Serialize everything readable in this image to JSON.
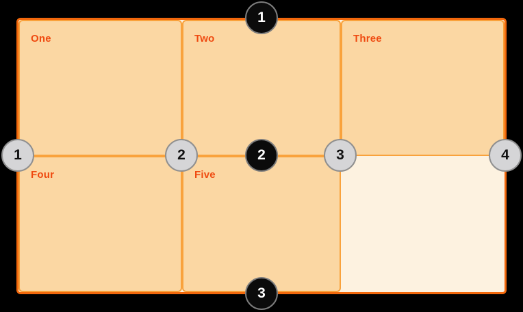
{
  "diagram": {
    "type": "css-grid-lines-illustration",
    "grid": {
      "columns": 3,
      "rows": 2
    },
    "cells": [
      {
        "label": "One"
      },
      {
        "label": "Two"
      },
      {
        "label": "Three"
      },
      {
        "label": "Four"
      },
      {
        "label": "Five"
      },
      {
        "label": ""
      }
    ],
    "row_lines": [
      {
        "number": "1"
      },
      {
        "number": "2"
      },
      {
        "number": "3"
      }
    ],
    "column_lines": [
      {
        "number": "1"
      },
      {
        "number": "2"
      },
      {
        "number": "3"
      },
      {
        "number": "4"
      }
    ],
    "colors": {
      "page_bg": "#000000",
      "outer_border": "#f2680c",
      "cell_border": "#f9a23c",
      "cell_fill": "#fbd7a3",
      "container_bg": "#fdf2e0",
      "label_text": "#ef4a10",
      "row_circle_bg": "#0b0b0b",
      "row_circle_text": "#ffffff",
      "column_circle_bg": "#d5d5d7",
      "column_circle_text": "#111111"
    }
  }
}
